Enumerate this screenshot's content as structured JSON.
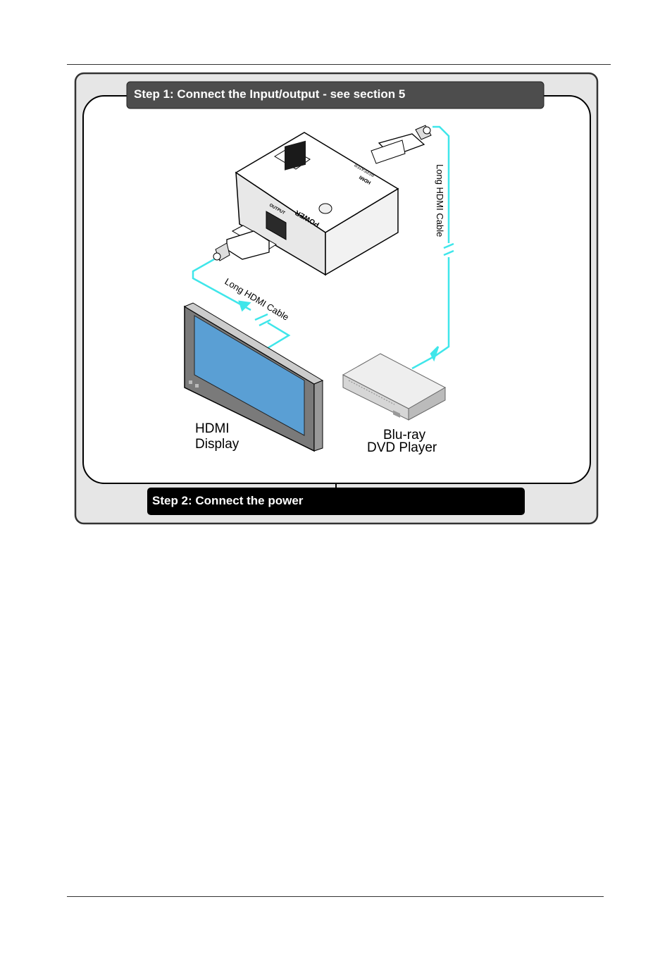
{
  "step1": {
    "title": "Step 1: Connect the Input/output - see section 5"
  },
  "step2": {
    "title": "Step 2: Connect the power"
  },
  "device": {
    "model": "HDMI",
    "name": "REPEATER",
    "output_label": "OUTPUT",
    "power_label": "POWER"
  },
  "cables": {
    "top": "Long HDMI Cable",
    "left": "Long HDMI Cable"
  },
  "display": {
    "line1": "HDMI",
    "line2": "Display"
  },
  "player": {
    "line1": "Blu-ray",
    "line2": "DVD Player"
  },
  "colors": {
    "cable": "#3fe6ea",
    "banner_dark": "#4d4d4d",
    "banner_black": "#000000",
    "frame_fill": "#e6e6e6",
    "screen": "#5a9fd4"
  }
}
